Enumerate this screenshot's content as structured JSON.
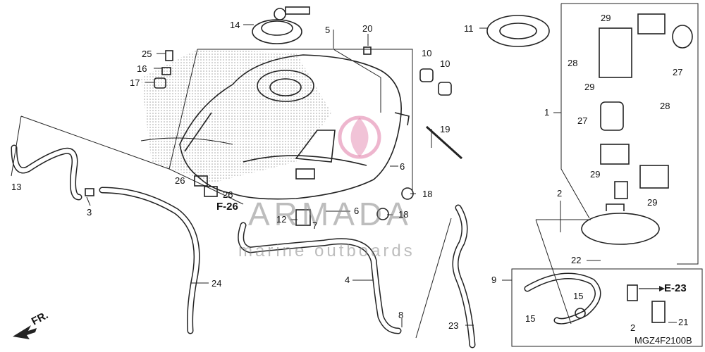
{
  "callouts": {
    "c1": "1",
    "c2a": "2",
    "c2b": "2",
    "c3": "3",
    "c4": "4",
    "c5": "5",
    "c6a": "6",
    "c6b": "6",
    "c7": "7",
    "c8": "8",
    "c9": "9",
    "c10a": "10",
    "c10b": "10",
    "c11": "11",
    "c12": "12",
    "c13": "13",
    "c14": "14",
    "c15a": "15",
    "c15b": "15",
    "c16": "16",
    "c17": "17",
    "c18a": "18",
    "c18b": "18",
    "c19": "19",
    "c20": "20",
    "c21": "21",
    "c22": "22",
    "c23": "23",
    "c24": "24",
    "c25": "25",
    "c26a": "26",
    "c26b": "26",
    "c27a": "27",
    "c27b": "27",
    "c28a": "28",
    "c28b": "28",
    "c29a": "29",
    "c29b": "29",
    "c29c": "29",
    "c29d": "29"
  },
  "refs": {
    "f26": "F-26",
    "e23": "E-23",
    "fr": "FR."
  },
  "diagram_code": "MGZ4F2100B",
  "watermark": {
    "word": "ARMADA",
    "sub": "marine outboards"
  },
  "colors": {
    "line": "#222222",
    "stipple": "#9a9a9a",
    "watermark_pink": "#e07aa6"
  }
}
